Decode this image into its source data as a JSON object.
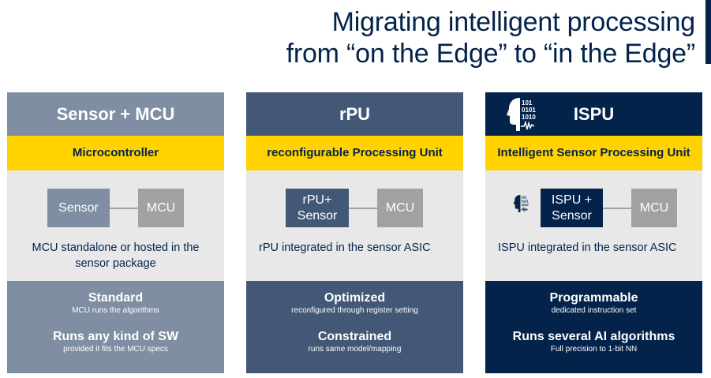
{
  "title": {
    "line1": "Migrating intelligent processing",
    "line2": "from “on the Edge” to “in the Edge”"
  },
  "colors": {
    "navy": "#03234b",
    "slate": "#435876",
    "gray_blue": "#7f8ea3",
    "yellow": "#ffd200",
    "light_gray": "#e8e8e8",
    "mcu_gray": "#a1a1a3"
  },
  "columns": [
    {
      "header": "Sensor + MCU",
      "subtitle": "Microcontroller",
      "diagram": {
        "left_box": "Sensor",
        "right_box": "MCU"
      },
      "description": "MCU standalone or hosted in the sensor package",
      "feature1": {
        "title": "Standard",
        "subtitle": "MCU runs the algorithms"
      },
      "feature2": {
        "title": "Runs any kind of SW",
        "subtitle": "provided it fits the MCU specs"
      }
    },
    {
      "header": "rPU",
      "subtitle": "reconfigurable Processing Unit",
      "diagram": {
        "left_box_line1": "rPU+",
        "left_box_line2": "Sensor",
        "right_box": "MCU"
      },
      "description": "rPU integrated in the sensor ASIC",
      "feature1": {
        "title": "Optimized",
        "subtitle": "reconfigured through register setting"
      },
      "feature2": {
        "title": "Constrained",
        "subtitle": "runs same model/mapping"
      }
    },
    {
      "header": "ISPU",
      "header_icon": "ai-head-icon",
      "subtitle": "Intelligent Sensor Processing Unit",
      "diagram": {
        "icon": "ai-head-icon",
        "left_box_line1": "ISPU +",
        "left_box_line2": "Sensor",
        "right_box": "MCU"
      },
      "description": "ISPU integrated in the sensor ASIC",
      "feature1": {
        "title": "Programmable",
        "subtitle": "dedicated instruction set"
      },
      "feature2": {
        "title": "Runs several AI algorithms",
        "subtitle": "Full precision to 1-bit NN"
      }
    }
  ]
}
